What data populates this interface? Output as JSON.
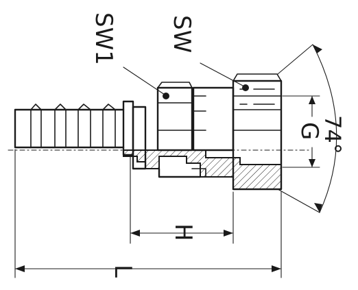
{
  "drawing": {
    "labels": {
      "sw1": "SW1",
      "sw": "SW",
      "angle": "74°",
      "g": "G",
      "h": "H",
      "l": "L"
    },
    "colors": {
      "line": "#1a1a1a",
      "hatch": "#1a1a1a",
      "background": "#ffffff"
    }
  }
}
